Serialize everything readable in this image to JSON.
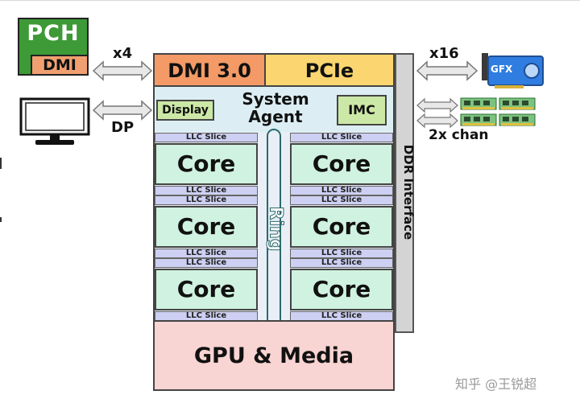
{
  "pch": {
    "title": "PCH",
    "dmi": "DMI"
  },
  "links": {
    "pch_width": "x4",
    "display_port": "DP",
    "gfx_width": "x16",
    "memory_channels": "2x chan"
  },
  "gfx_card": {
    "label": "GFX"
  },
  "chip": {
    "dmi_block": "DMI 3.0",
    "pcie_block": "PCIe",
    "system_agent": {
      "title_line1": "System",
      "title_line2": "Agent",
      "display": "Display",
      "imc": "IMC"
    },
    "llc_slice_label": "LLC Slice",
    "core_label": "Core",
    "ring_label": "Ring",
    "ddr_interface": "DDR Interface",
    "gpu_media": "GPU & Media"
  },
  "watermark": "知乎 @王锐超",
  "colors": {
    "pch_green": "#3d9a37",
    "dmi_orange": "#f39a66",
    "pcie_yellow": "#fbd670",
    "system_agent": "#dceef4",
    "core_green": "#d0f2e0",
    "slice_violet": "#cdd0f2",
    "gpu_pink": "#f8d4d2",
    "ddr_gray": "#d4d4d4",
    "gfx_blue": "#2f7de0",
    "ring_teal": "#2a6a6a"
  }
}
